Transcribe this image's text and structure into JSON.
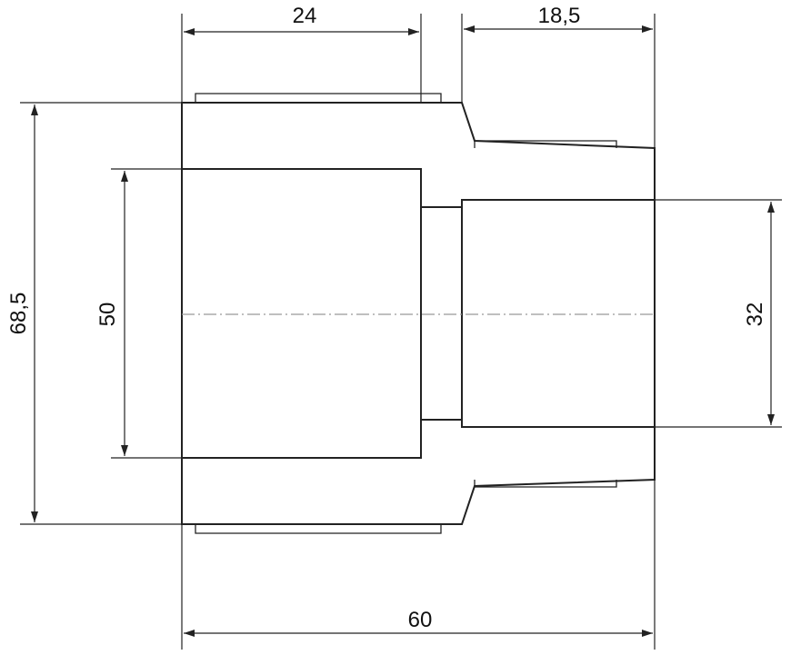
{
  "drawing": {
    "dimensions": {
      "socket_depth": "24",
      "spigot_length": "18,5",
      "outer_diameter": "68,5",
      "inner_diameter_large": "50",
      "inner_diameter_small": "32",
      "overall_length": "60"
    },
    "colors": {
      "line": "#222222",
      "centerline": "#999999",
      "background": "#ffffff"
    }
  }
}
